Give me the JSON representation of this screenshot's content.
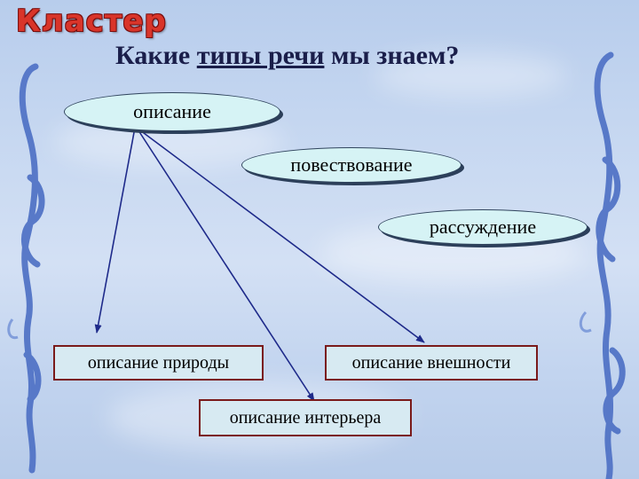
{
  "slide": {
    "title": "Кластер",
    "question": {
      "before": "Какие ",
      "underlined": "типы речи",
      "after": " мы знаем?"
    }
  },
  "types": [
    {
      "label": "описание"
    },
    {
      "label": "повествование"
    },
    {
      "label": "рассуждение"
    }
  ],
  "subtypes": [
    {
      "label": "описание природы"
    },
    {
      "label": "описание внешности"
    },
    {
      "label": "описание интерьера"
    }
  ],
  "colors": {
    "title": "#d9352a",
    "ellipse_fill": "#d6f3f5",
    "box_border": "#7a1a1a",
    "arrow": "#1e2a8a"
  }
}
